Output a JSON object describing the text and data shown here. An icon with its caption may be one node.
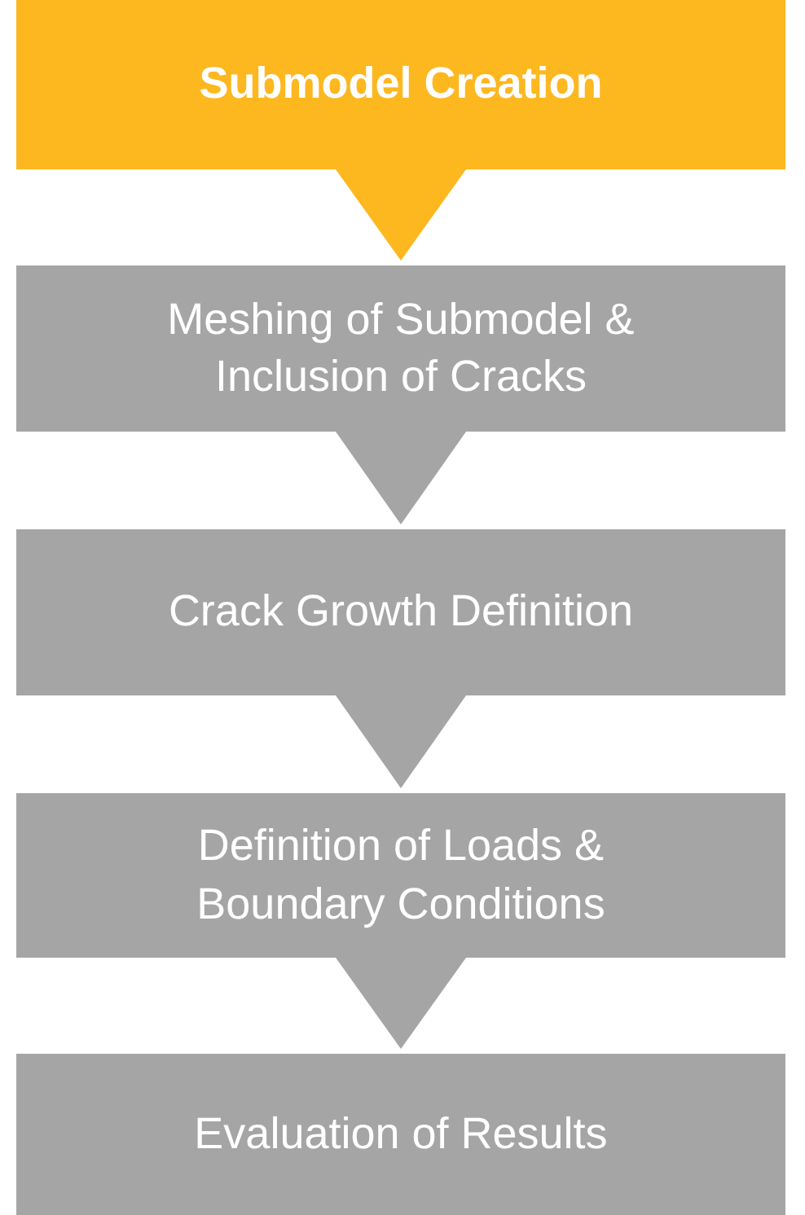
{
  "diagram": {
    "nodes": [
      {
        "text": [
          "Submodel Creation"
        ]
      },
      {
        "text": [
          "Meshing of Submodel & Inclusion of Cracks"
        ]
      },
      {
        "text": [
          "Crack Growth Definition"
        ]
      },
      {
        "text": [
          "Definition of Loads & Boundary Conditions"
        ]
      },
      {
        "text": [
          "Evaluation of Results"
        ]
      }
    ],
    "edges": [
      {
        "from": 0,
        "to": 1,
        "arrow": "to",
        "color": "#fdb71f"
      },
      {
        "from": 1,
        "to": 2,
        "arrow": "to"
      },
      {
        "from": 2,
        "to": 3,
        "arrow": "to"
      },
      {
        "from": 3,
        "to": 4,
        "arrow": "to"
      }
    ]
  }
}
